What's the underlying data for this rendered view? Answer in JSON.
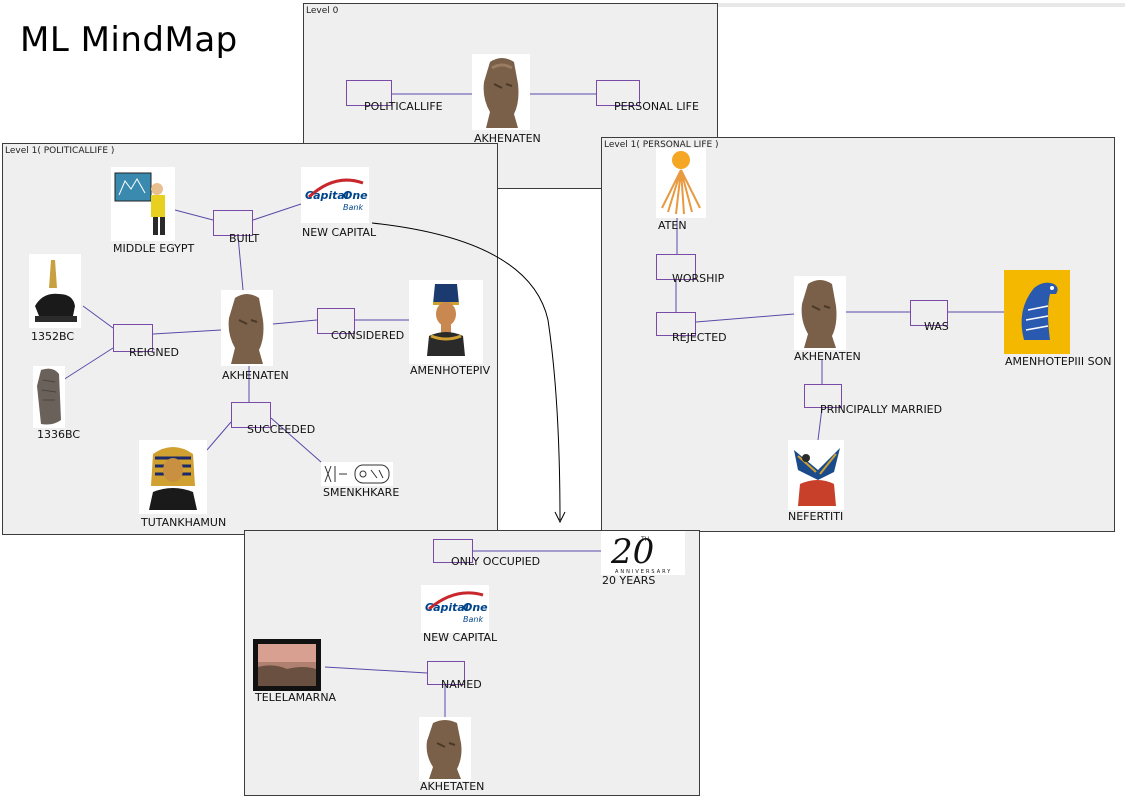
{
  "app_title": "ML MindMap",
  "panels": {
    "level0": {
      "label": "Level 0",
      "nodes": {
        "political_life": "POLITICALLIFE",
        "akhenaten": "AKHENATEN",
        "personal_life": "PERSONAL LIFE"
      }
    },
    "level1_political": {
      "label": "Level 1( POLITICALLIFE )",
      "nodes": {
        "middle_egypt": "MIDDLE EGYPT",
        "built": "BUILT",
        "new_capital": "NEW CAPITAL",
        "year_1352": "1352BC",
        "reigned": "REIGNED",
        "akhenaten": "AKHENATEN",
        "considered": "CONSIDERED",
        "amenhotep_iv": "AMENHOTEPIV",
        "year_1336": "1336BC",
        "succeeded": "SUCCEEDED",
        "tutankhamun": "TUTANKHAMUN",
        "smenkhkare": "SMENKHKARE"
      },
      "logo": {
        "brand_top": "Capital",
        "brand_one": "One",
        "brand_sub": "Bank"
      }
    },
    "level1_personal": {
      "label": "Level 1( PERSONAL LIFE )",
      "nodes": {
        "aten": "ATEN",
        "worship": "WORSHIP",
        "rejected": "REJECTED",
        "akhenaten": "AKHENATEN",
        "was": "WAS",
        "amenhotep_iii_son": "AMENHOTEPIII SON",
        "principally_married": "PRINCIPALLY MARRIED",
        "nefertiti": "NEFERTITI"
      }
    },
    "level2_capital": {
      "nodes": {
        "only_occupied": "ONLY OCCUPIED",
        "twenty_years": "20 YEARS",
        "new_capital": "NEW CAPITAL",
        "telelamarna": "TELELAMARNA",
        "named": "NAMED",
        "akhetaten": "AKHETATEN"
      },
      "anniversary": {
        "number": "20",
        "suffix": "TH",
        "word": "ANNIVERSARY"
      },
      "logo": {
        "brand_top": "Capital",
        "brand_one": "One",
        "brand_sub": "Bank"
      }
    }
  },
  "colors": {
    "panel_bg": "#efefef",
    "panel_border": "#3c3c3c",
    "link": "#5a4aa8",
    "node_box": "#7a4aa8",
    "sun": "#f5a623",
    "vulture_bg": "#f5b800"
  }
}
